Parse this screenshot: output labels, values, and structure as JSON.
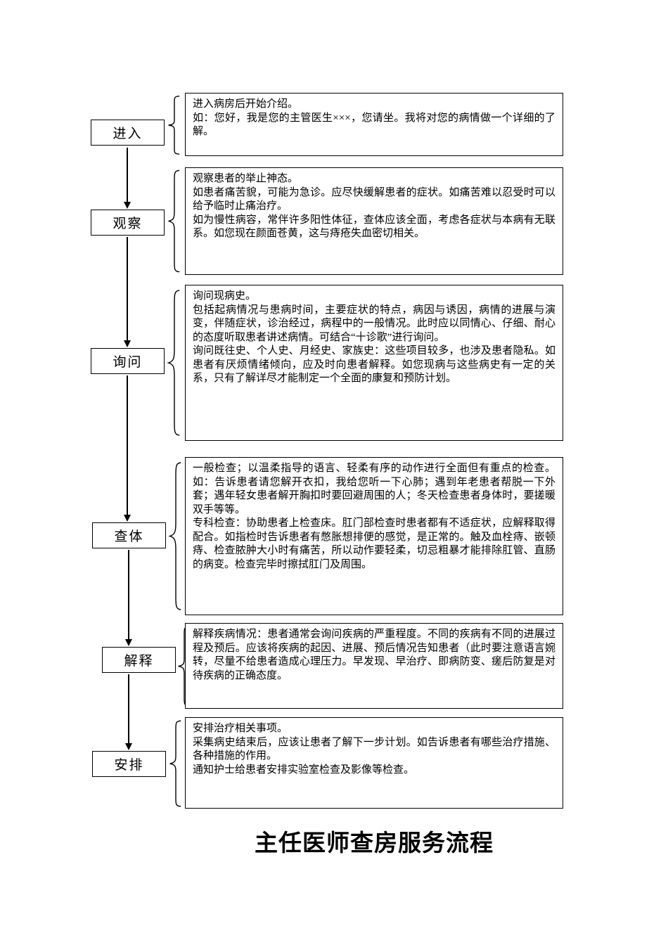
{
  "title": "主任医师查房服务流程",
  "steps": [
    {
      "label": "进入",
      "text": "进入病房后开始介绍。\n如：您好，我是您的主管医生×××，您请坐。我将对您的病情做一个详细的了解。"
    },
    {
      "label": "观察",
      "text": "观察患者的举止神态。\n如患者痛苦貌，可能为急诊。应尽快缓解患者的症状。如痛苦难以忍受时可以给予临时止痛治疗。\n如为慢性病容，常伴许多阳性体征，查体应该全面，考虑各症状与本病有无联系。如您现在颜面苍黄，这与痔疮失血密切相关。"
    },
    {
      "label": "询问",
      "text": "询问现病史。\n包括起病情况与患病时间，主要症状的特点，病因与诱因，病情的进展与演变，伴随症状，诊治经过，病程中的一般情况。此时应以同情心、仔细、耐心的态度听取患者讲述病情。可结合“十诊歌”进行询问。\n询问既往史、个人史、月经史、家族史：这些项目较多，也涉及患者隐私。如患者有厌烦情绪倾向，应及时向患者解释。如您现病与这些病史有一定的关系，只有了解详尽才能制定一个全面的康复和预防计划。"
    },
    {
      "label": "查体",
      "text": "一般检查；以温柔指导的语言、轻柔有序的动作进行全面但有重点的检查。如：告诉患者请您解开衣扣，我给您听一下心肺；遇到年老患者帮脱一下外套；遇年轻女患者解开胸扣时要回避周围的人；冬天检查患者身体时，要搓暖双手等等。\n专科检查：协助患者上检查床。肛门部检查时患者都有不适症状，应解释取得配合。如指检时告诉患者有憋胀想排便的感觉，是正常的。触及血栓痔、嵌顿痔、检查脓肿大小时有痛苦，所以动作要轻柔，切忌粗暴才能排除肛管、直肠的病变。检查完毕时擦拭肛门及周围。"
    },
    {
      "label": "解释",
      "text": "解释疾病情况：患者通常会询问疾病的严重程度。不同的疾病有不同的进展过程及预后。应该将疾病的起因、进展、预后情况告知患者（此时要注意语言婉转，尽量不给患者造成心理压力。早发现、早治疗、即病防变、瘥后防复是对待疾病的正确态度。"
    },
    {
      "label": "安排",
      "text": "安排治疗相关事项。\n采集病史结束后，应该让患者了解下一步计划。如告诉患者有哪些治疗措施、各种措施的作用。\n通知护士给患者安排实验室检查及影像等检查。"
    }
  ]
}
